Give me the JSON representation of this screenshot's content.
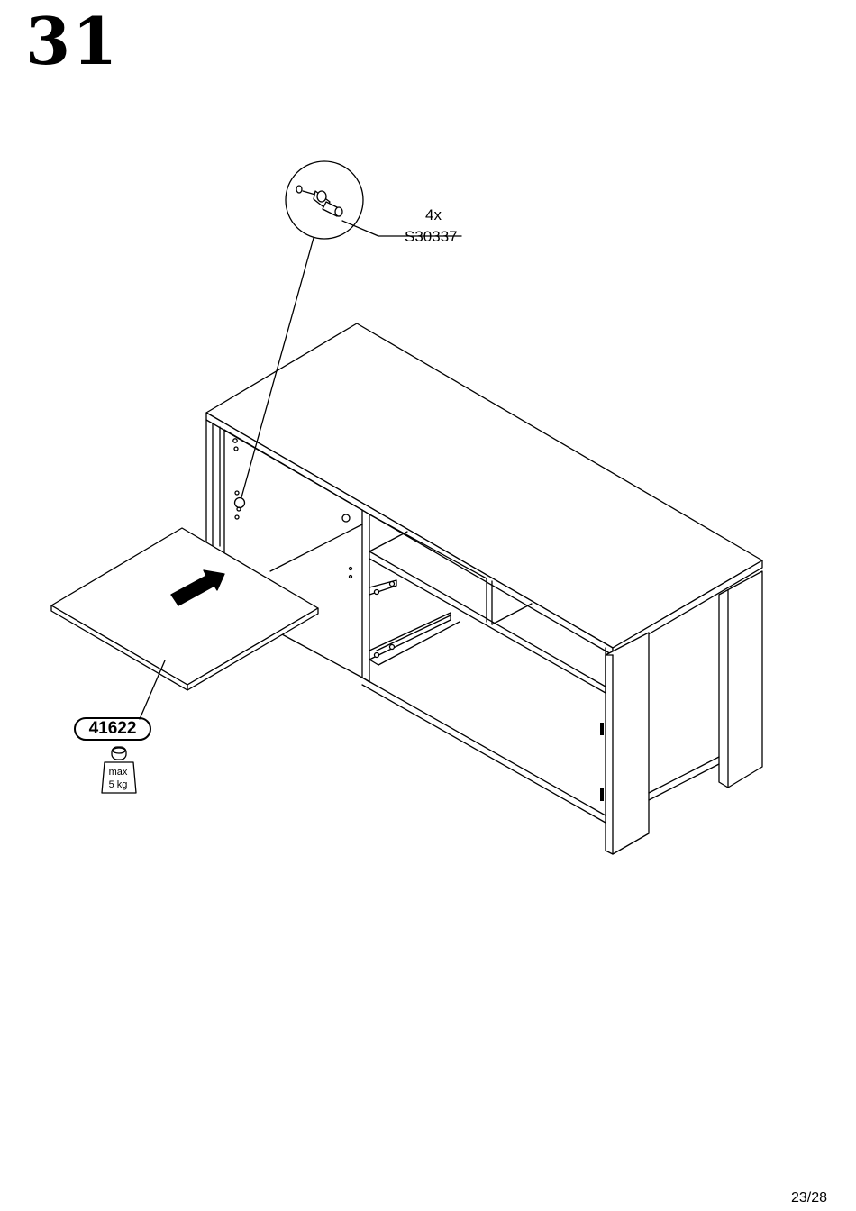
{
  "step": {
    "number": "31"
  },
  "callout": {
    "quantity": "4x",
    "part_code": "S30337"
  },
  "panel": {
    "part_number": "41622"
  },
  "weight_limit": {
    "line1": "max",
    "line2": "5 kg"
  },
  "footer": {
    "page_number": "23/28"
  },
  "icons": [
    "shelf-pin-icon",
    "insert-direction-arrow-icon",
    "weight-icon"
  ]
}
